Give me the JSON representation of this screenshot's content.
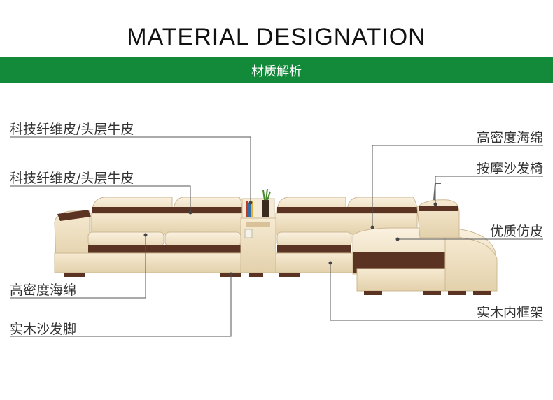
{
  "title": "MATERIAL DESIGNATION",
  "subtitle": "材质解析",
  "labels": {
    "left_1": "科技纤维皮/头层牛皮",
    "left_2": "科技纤维皮/头层牛皮",
    "left_3": "高密度海绵",
    "left_4": "实木沙发脚",
    "right_1": "高密度海绵",
    "right_2": "按摩沙发椅",
    "right_3": "优质仿皮",
    "right_4": "实木内框架"
  },
  "colors": {
    "band": "#128a3a",
    "leather": "#efe1c4",
    "trim": "#5a3322",
    "leader": "#555555"
  }
}
